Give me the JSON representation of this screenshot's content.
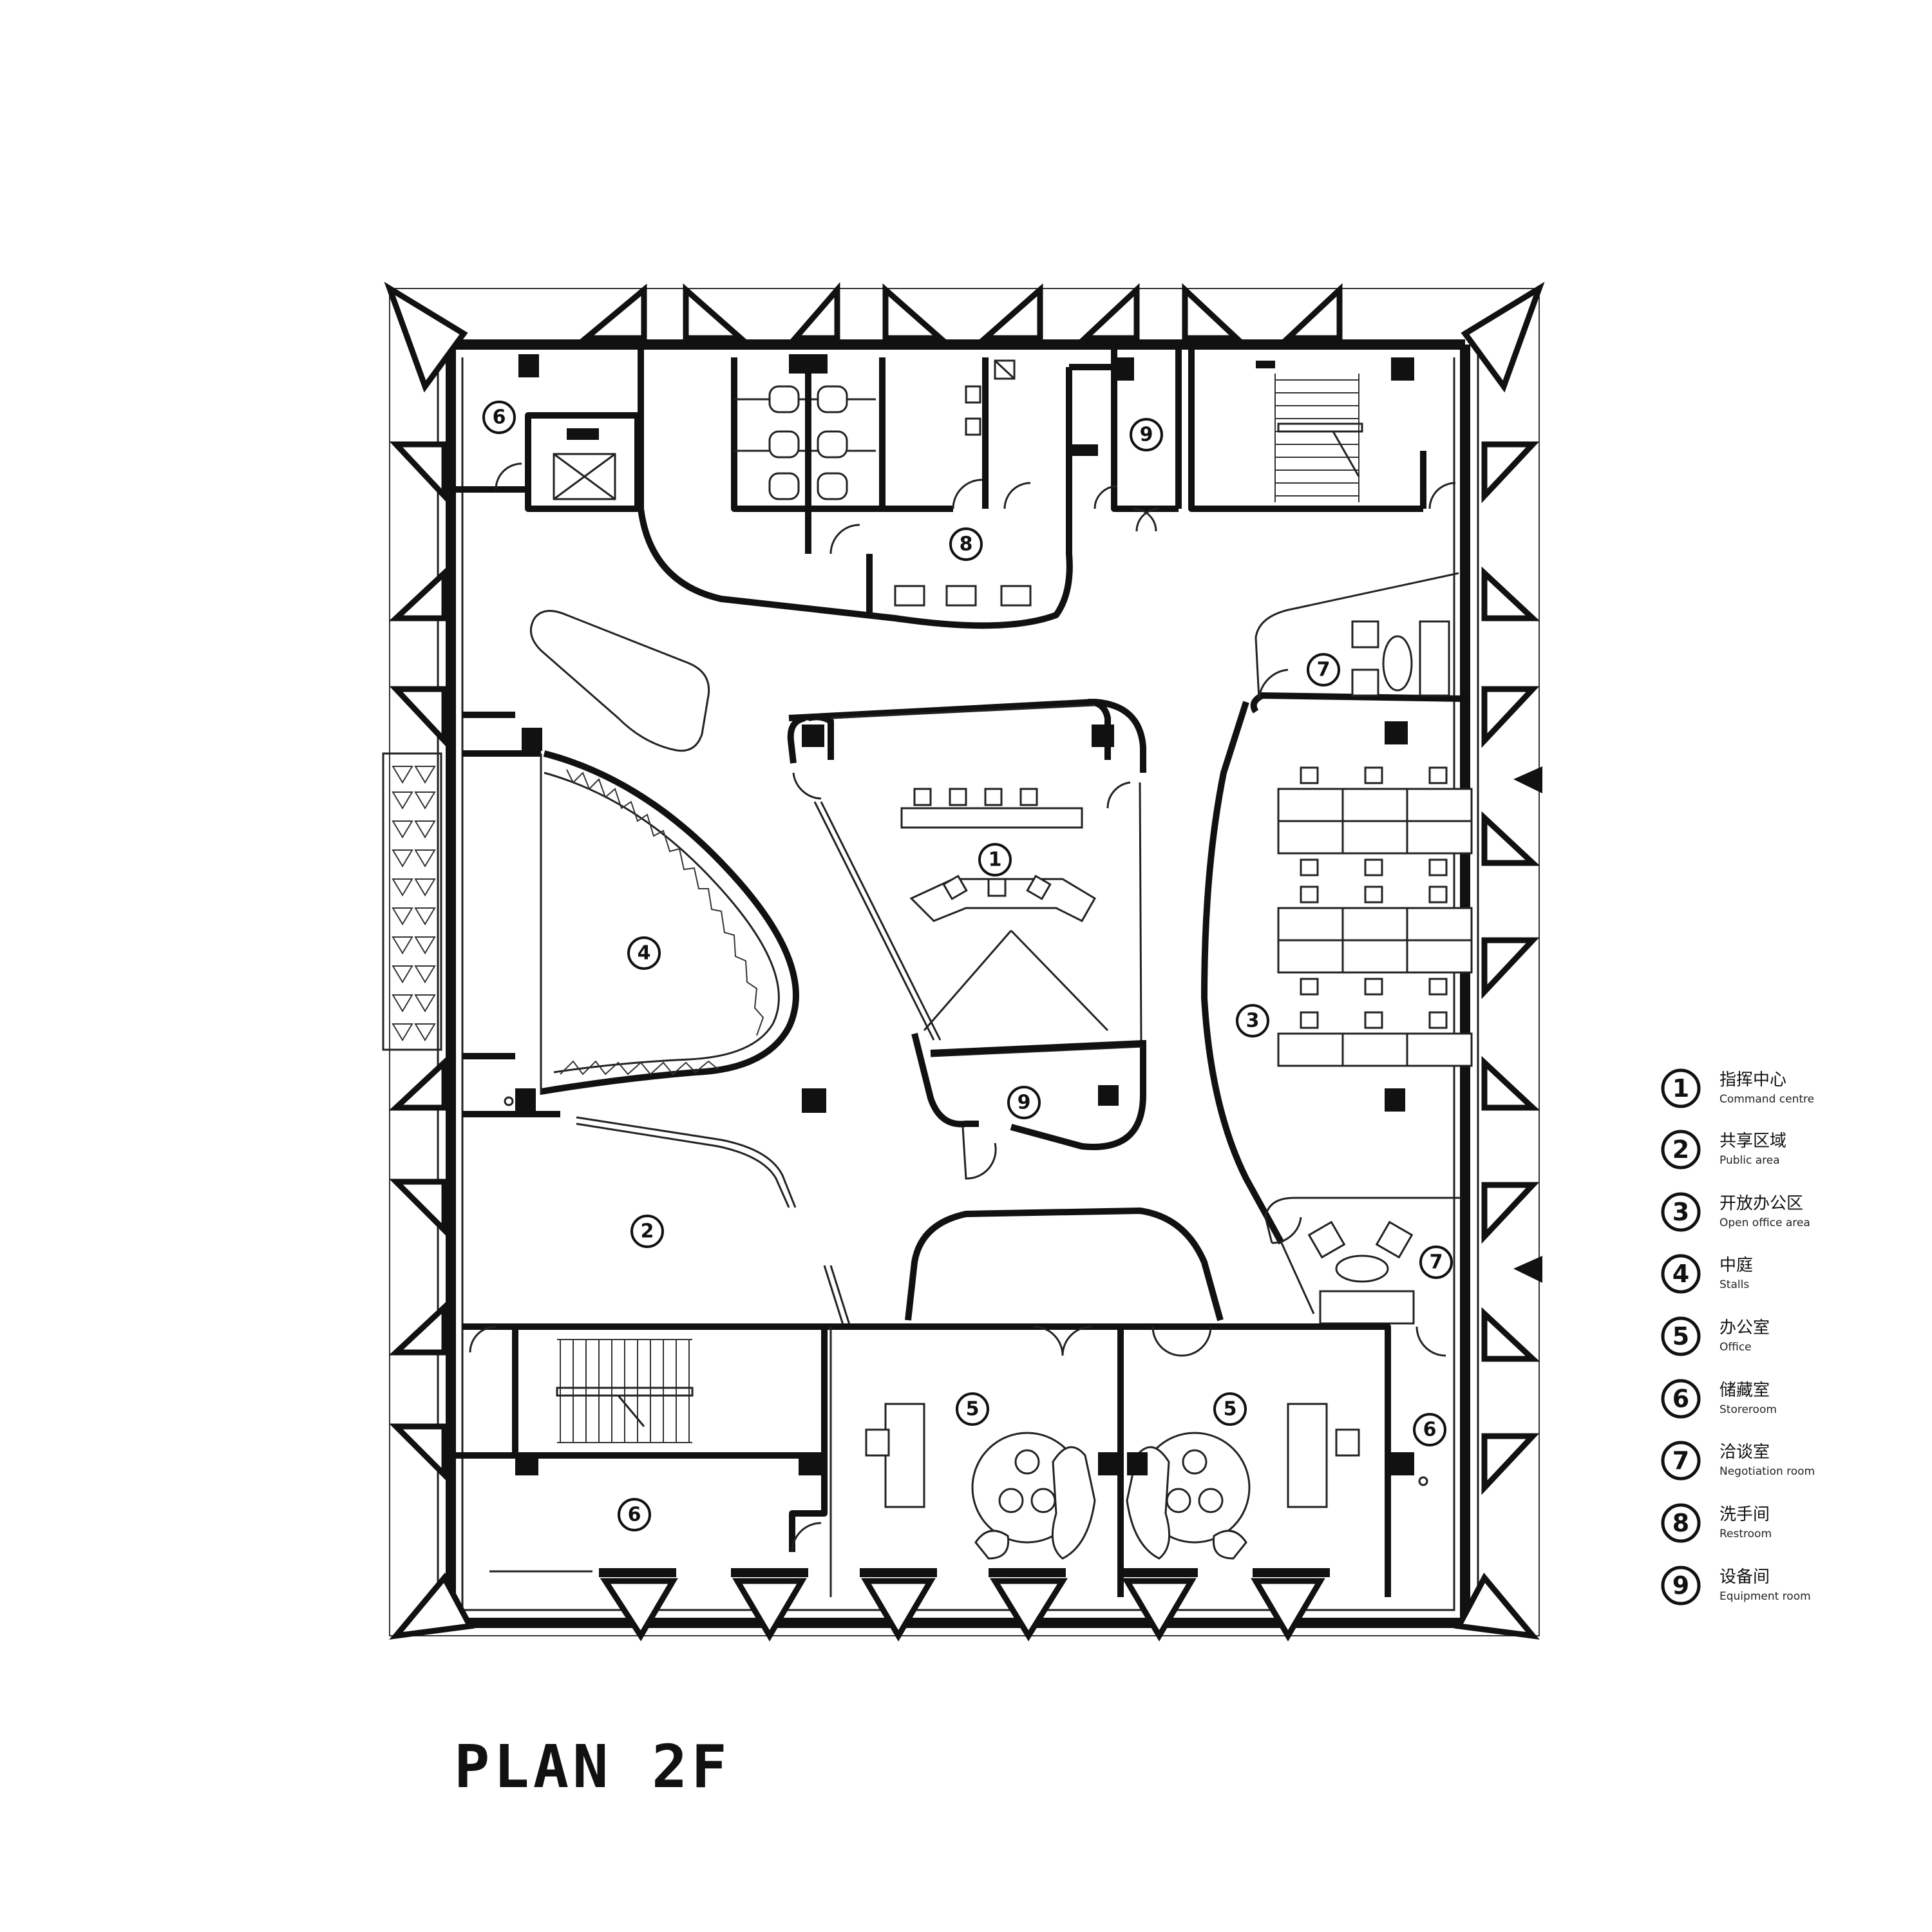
{
  "plan": {
    "title": "PLAN 2F"
  },
  "room_badges": [
    {
      "id": "badge-storeroom-nw",
      "num": "6"
    },
    {
      "id": "badge-equipment-n",
      "num": "9"
    },
    {
      "id": "badge-restroom",
      "num": "8"
    },
    {
      "id": "badge-negotiation-ne",
      "num": "7"
    },
    {
      "id": "badge-command",
      "num": "1"
    },
    {
      "id": "badge-stalls",
      "num": "4"
    },
    {
      "id": "badge-open-office",
      "num": "3"
    },
    {
      "id": "badge-equipment-c",
      "num": "9"
    },
    {
      "id": "badge-public",
      "num": "2"
    },
    {
      "id": "badge-negotiation-e",
      "num": "7"
    },
    {
      "id": "badge-office-w",
      "num": "5"
    },
    {
      "id": "badge-office-e",
      "num": "5"
    },
    {
      "id": "badge-storeroom-e",
      "num": "6"
    },
    {
      "id": "badge-storeroom-s",
      "num": "6"
    }
  ],
  "legend": [
    {
      "num": "1",
      "zh": "指挥中心",
      "en": "Command centre"
    },
    {
      "num": "2",
      "zh": "共享区域",
      "en": "Public area"
    },
    {
      "num": "3",
      "zh": "开放办公区",
      "en": "Open office area"
    },
    {
      "num": "4",
      "zh": "中庭",
      "en": "Stalls"
    },
    {
      "num": "5",
      "zh": "办公室",
      "en": "Office"
    },
    {
      "num": "6",
      "zh": "储藏室",
      "en": "Storeroom"
    },
    {
      "num": "7",
      "zh": "洽谈室",
      "en": "Negotiation room"
    },
    {
      "num": "8",
      "zh": "洗手间",
      "en": "Restroom"
    },
    {
      "num": "9",
      "zh": "设备间",
      "en": "Equipment room"
    }
  ]
}
